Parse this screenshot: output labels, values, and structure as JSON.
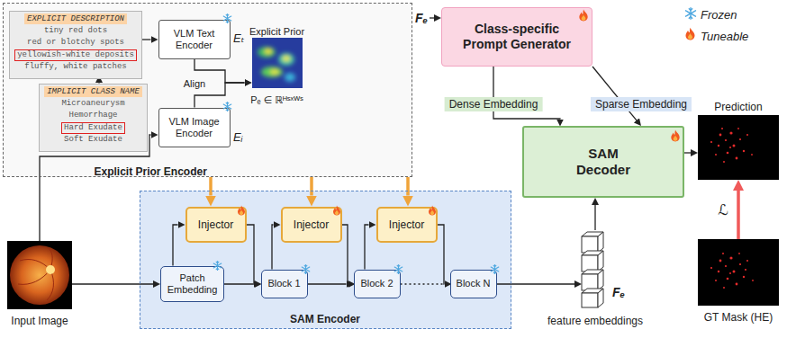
{
  "diagram": {
    "nodes": [
      {
        "text": [
          "Explicit Prior Encoder"
        ]
      },
      {
        "text": [
          "EXPLICIT DESCRIPTION",
          "tiny red dots",
          "red or blotchy spots",
          "yellowish-white deposits",
          "fluffy, white patches"
        ],
        "in": 0
      },
      {
        "text": [
          "VLM Text Encoder"
        ],
        "in": 0
      },
      {
        "text": [
          "Explicit Prior",
          "Pₑ ∈ ℝᴴˢˣᵂˢ"
        ],
        "in": 0
      },
      {
        "text": [
          "IMPLICIT CLASS NAME",
          "Microaneurysm",
          "Hemorrhage",
          "Hard Exudate",
          "Soft Exudate"
        ],
        "in": 0
      },
      {
        "text": [
          "VLM Image Encoder"
        ],
        "in": 0
      },
      {
        "text": [
          "Class-specific Prompt Generator"
        ]
      },
      {
        "text": [
          "SAM Decoder"
        ]
      },
      {
        "text": [
          "Prediction"
        ]
      },
      {
        "text": [
          "SAM Encoder"
        ]
      },
      {
        "text": [
          "Injector"
        ],
        "in": 9
      },
      {
        "text": [
          "Injector"
        ],
        "in": 9
      },
      {
        "text": [
          "Injector"
        ],
        "in": 9
      },
      {
        "text": [
          "Patch Embedding"
        ],
        "in": 9
      },
      {
        "text": [
          "Block 1"
        ],
        "in": 9
      },
      {
        "text": [
          "Block 2"
        ],
        "in": 9
      },
      {
        "text": [
          "Block N"
        ],
        "in": 9
      },
      {
        "text": [
          "Input Image"
        ]
      },
      {
        "text": [
          "Fₑ",
          "feature embeddings"
        ]
      },
      {
        "text": [
          "GT Mask (HE)"
        ]
      }
    ],
    "edges": [
      {
        "from": 1,
        "to": 2,
        "arrow": "to"
      },
      {
        "from": 4,
        "to": 1,
        "arrow": "to"
      },
      {
        "from": 2,
        "to": 3,
        "arrow": "to"
      },
      {
        "from": 5,
        "to": 3,
        "arrow": "to"
      },
      {
        "from": 17,
        "to": 5,
        "arrow": "to"
      },
      {
        "from": 17,
        "to": 13,
        "arrow": "to"
      },
      {
        "from": 0,
        "to": 10,
        "arrow": "to"
      },
      {
        "from": 0,
        "to": 11,
        "arrow": "to"
      },
      {
        "from": 0,
        "to": 12,
        "arrow": "to"
      },
      {
        "from": 13,
        "to": 10,
        "arrow": "to"
      },
      {
        "from": 10,
        "to": 14,
        "arrow": "to"
      },
      {
        "from": 13,
        "to": 14,
        "arrow": "to"
      },
      {
        "from": 14,
        "to": 11,
        "arrow": "to"
      },
      {
        "from": 11,
        "to": 15,
        "arrow": "to"
      },
      {
        "from": 14,
        "to": 15,
        "arrow": "to"
      },
      {
        "from": 15,
        "to": 12,
        "arrow": "to"
      },
      {
        "from": 12,
        "to": 16,
        "arrow": "to"
      },
      {
        "from": 15,
        "to": 16,
        "arrow": "none"
      },
      {
        "from": 16,
        "to": 18,
        "arrow": "to"
      },
      {
        "from": 18,
        "to": 7,
        "arrow": "to"
      },
      {
        "from": 6,
        "to": 7,
        "label": "Dense Embedding",
        "arrow": "to"
      },
      {
        "from": 6,
        "to": 7,
        "label": "Sparse Embedding",
        "arrow": "to"
      },
      {
        "from": 7,
        "to": 8,
        "arrow": "to"
      },
      {
        "from": 19,
        "to": 8,
        "label": "ℒ",
        "arrow": "to"
      }
    ],
    "labels": [
      "Eₜ",
      "Eᵢ",
      "Align",
      "Fₑ"
    ],
    "legend": [
      {
        "text": "Frozen"
      },
      {
        "text": "Tuneable"
      }
    ]
  }
}
